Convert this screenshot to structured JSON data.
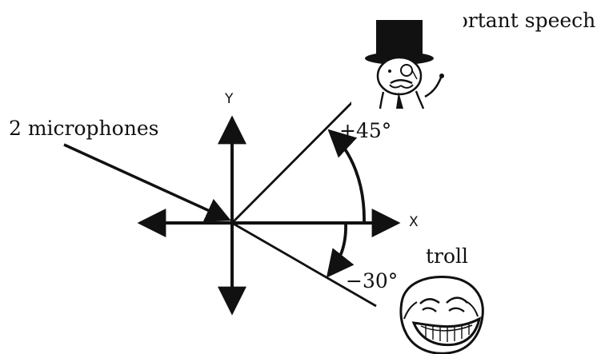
{
  "labels": {
    "microphones": "2 microphones",
    "important_speech": "important speech",
    "troll": "troll",
    "y_axis": "Y",
    "x_axis": "X",
    "angle_positive": "+45°",
    "angle_negative": "−30°"
  },
  "angles": {
    "speech_direction_deg": 45,
    "troll_direction_deg": -30
  },
  "icons": {
    "speech_character": "top-hat-gentleman-meme-icon",
    "troll_character": "troll-face-meme-icon"
  },
  "colors": {
    "ink": "#111111",
    "background": "#ffffff"
  }
}
